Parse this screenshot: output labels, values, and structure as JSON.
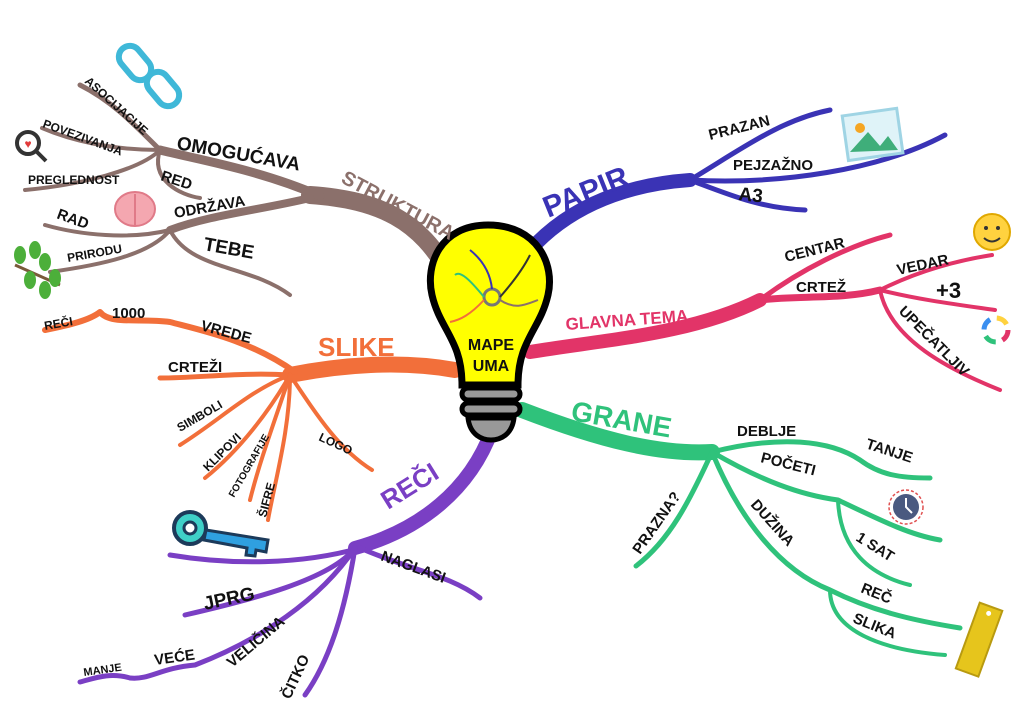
{
  "center": {
    "line1": "MAPE",
    "line2": "UMA"
  },
  "colors": {
    "struktura": "#8b706b",
    "slike": "#f26f3a",
    "reci": "#7a3fc4",
    "papir": "#3a33b5",
    "glavna_tema": "#e23468",
    "grane": "#2fc27b",
    "bulb": "#ffff00"
  },
  "struktura": {
    "label": "STRUKTURA",
    "omogucava": {
      "label": "OMOGUĆAVA",
      "children": [
        "ASOCIJACIJE",
        "POVEZIVANJA",
        "PREGLEDNOST",
        "RED"
      ]
    },
    "odrzava": {
      "label": "ODRŽAVA",
      "children": [
        "RAD",
        "PRIRODU",
        "TEBE"
      ]
    },
    "icons": [
      "link-icon",
      "magnifier-heart-icon",
      "brain-icon",
      "tree-branch-icon"
    ]
  },
  "slike": {
    "label": "SLIKE",
    "vrede": {
      "label": "VREDE",
      "number": "1000",
      "word": "REČI"
    },
    "children": [
      "CRTEŽI",
      "SIMBOLI",
      "KLIPOVI",
      "FOTOGRAFIJE",
      "ŠIFRE",
      "LOGO"
    ]
  },
  "reci": {
    "label": "REČI",
    "children": [
      "JPRG",
      "VELIČINA",
      "VEĆE",
      "MANJE",
      "ČITKO",
      "NAGLASI"
    ],
    "icons": [
      "key-icon"
    ]
  },
  "papir": {
    "label": "PAPIR",
    "children": [
      "PRAZAN",
      "PEJZAŽNO",
      "A3"
    ],
    "icons": [
      "landscape-picture-icon"
    ]
  },
  "glavna_tema": {
    "label": "GLAVNA TEMA",
    "children": [
      "CENTAR",
      "CRTEŽ",
      "VEDAR",
      "+3",
      "UPEČATLJIV"
    ],
    "icons": [
      "smiley-icon",
      "color-wheel-icon"
    ]
  },
  "grane": {
    "label": "GRANE",
    "children": [
      "DEBLJE",
      "TANJE",
      "POČETI",
      "1 SAT",
      "PRAZNA?",
      "DUŽINA",
      "REČ",
      "SLIKA"
    ],
    "icons": [
      "clock-icon",
      "ruler-icon"
    ]
  }
}
